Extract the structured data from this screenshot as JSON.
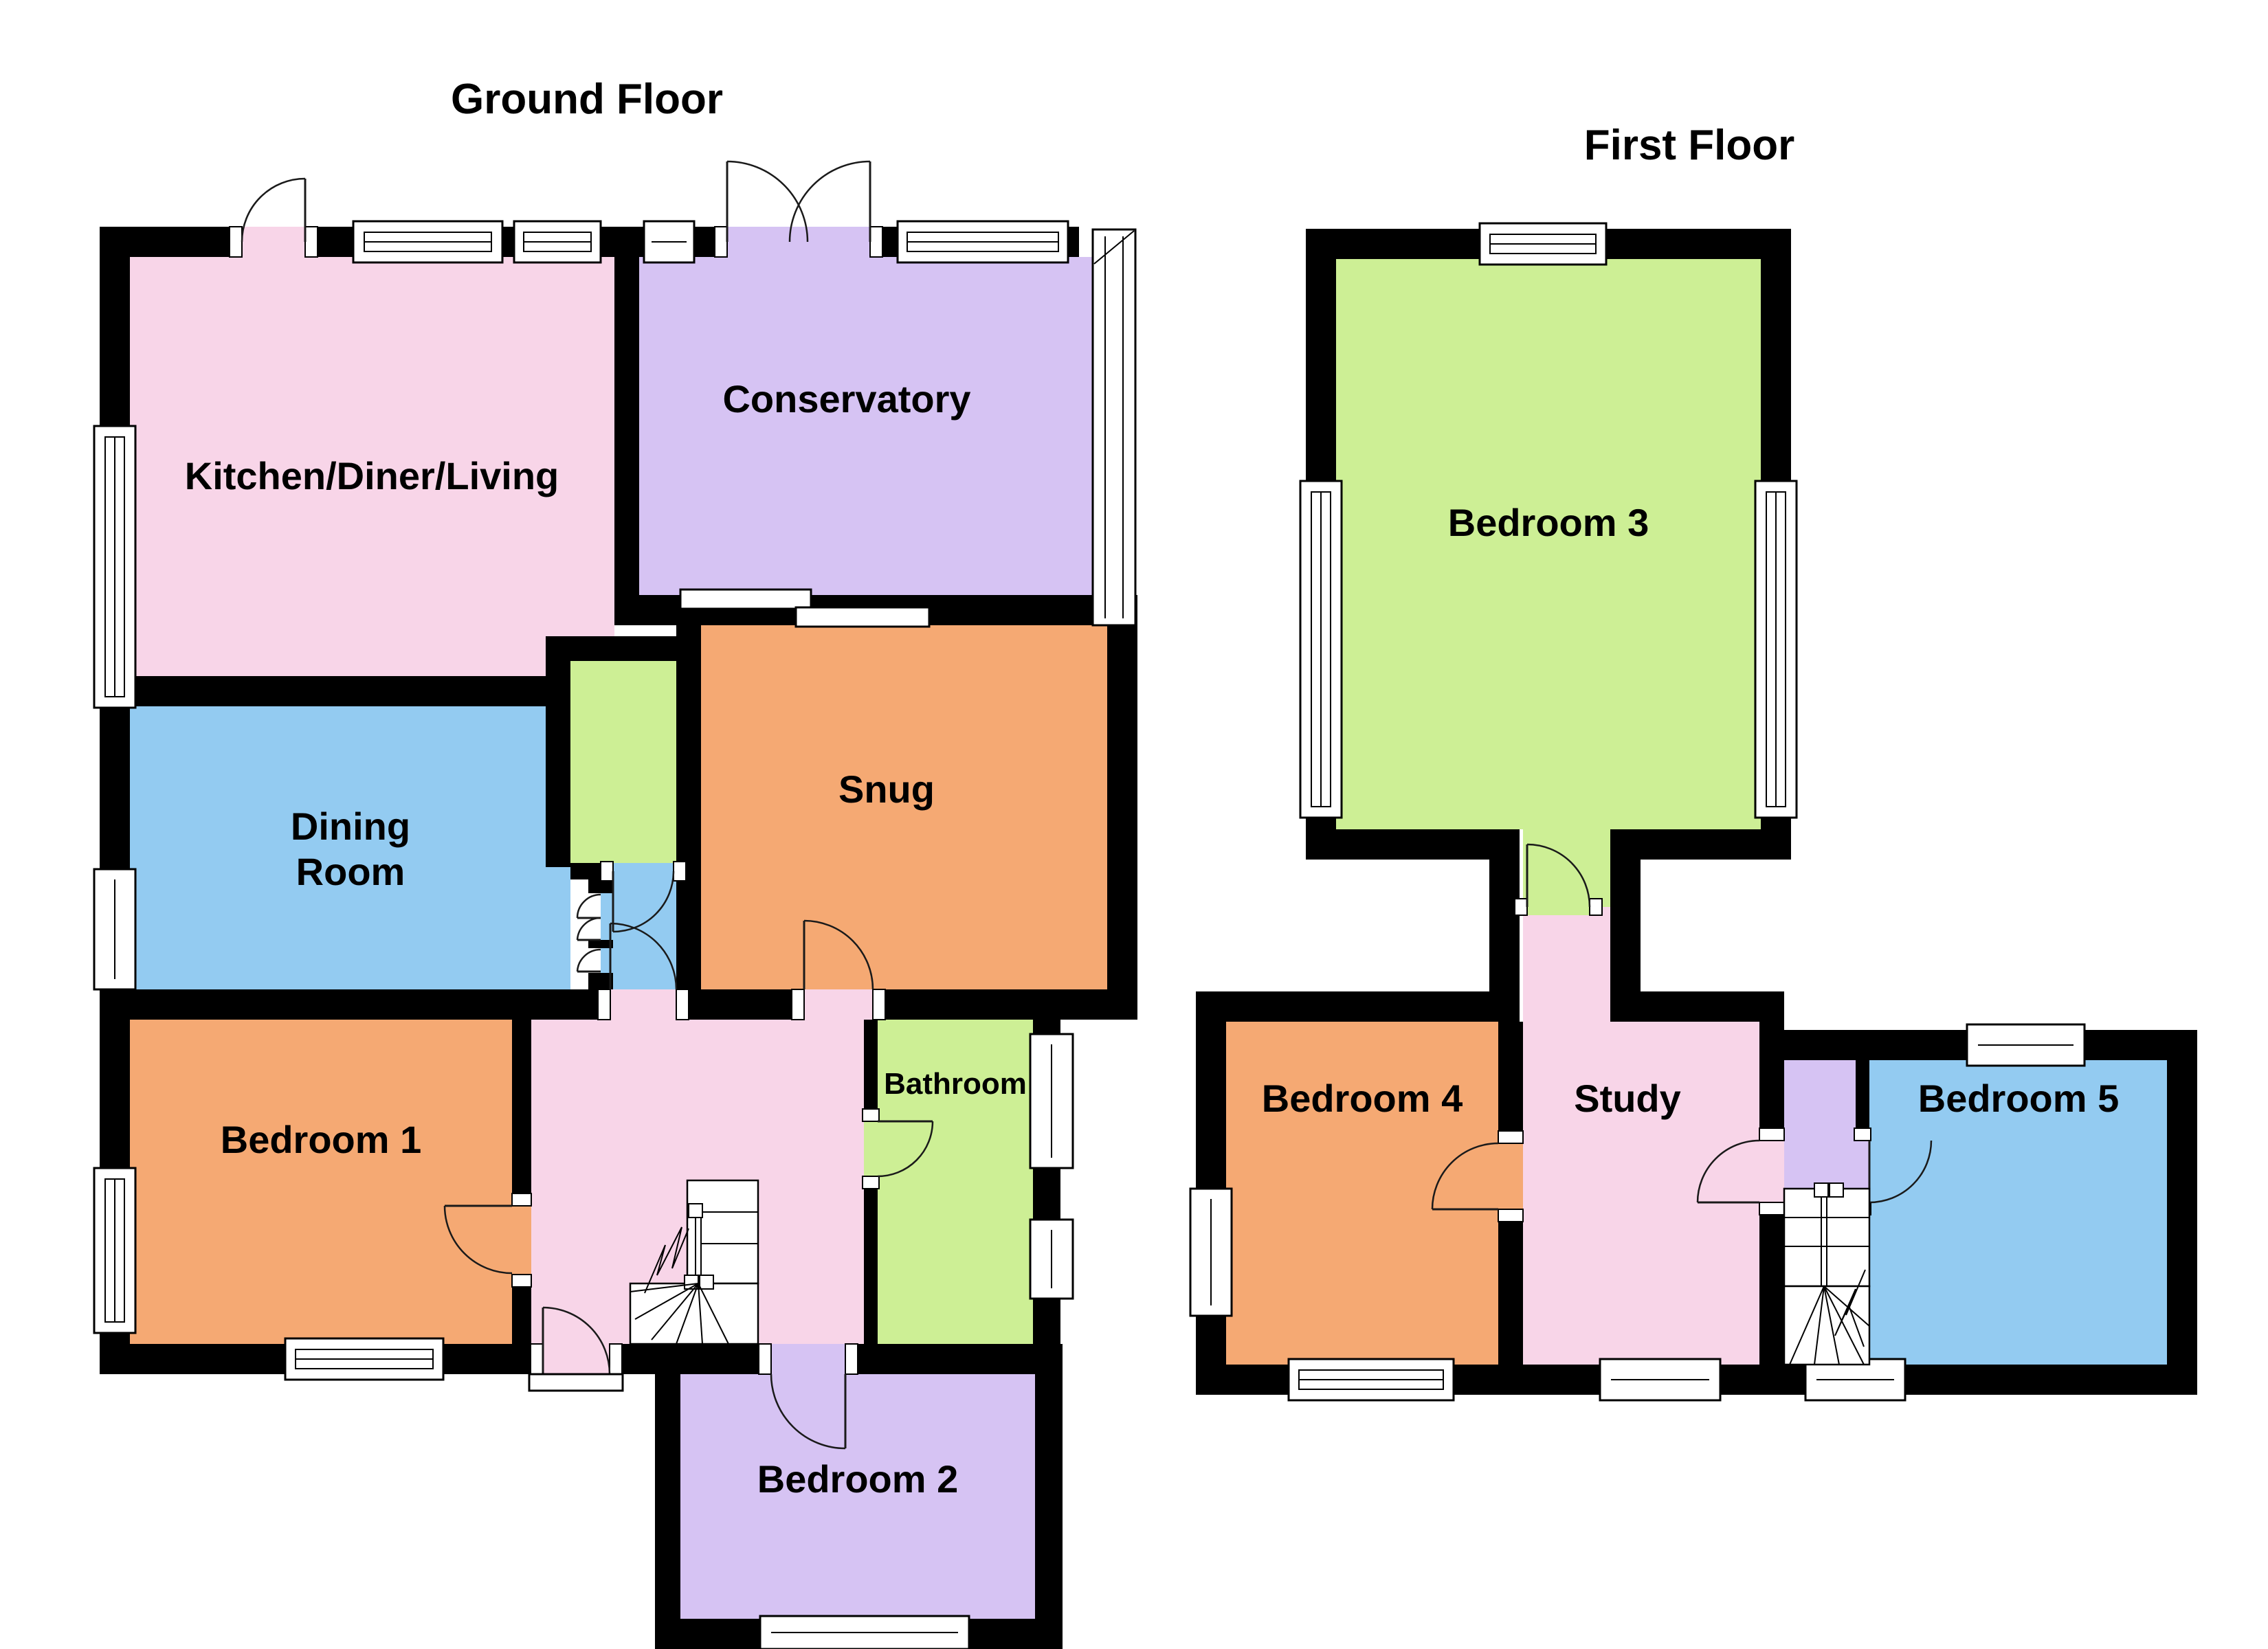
{
  "document": {
    "type": "floor-plan",
    "background_color": "#FFFFFF",
    "wall_color": "#000000",
    "line_color": "#1A1A1A"
  },
  "palette": {
    "pink": "#F8D5E8",
    "purple": "#D6C3F3",
    "blue": "#93CBF1",
    "orange": "#F5A973",
    "green": "#CDEF95",
    "white": "#FFFFFF"
  },
  "ground_floor": {
    "title": "Ground Floor",
    "rooms": {
      "kitchen": {
        "label": "Kitchen/Diner/Living",
        "color": "#F8D5E8"
      },
      "conservatory": {
        "label": "Conservatory",
        "color": "#D6C3F3"
      },
      "dining_room": {
        "label": "Dining Room",
        "label_lines": [
          "Dining",
          "Room"
        ],
        "color": "#93CBF1"
      },
      "snug": {
        "label": "Snug",
        "color": "#F5A973"
      },
      "bedroom_1": {
        "label": "Bedroom 1",
        "color": "#F5A973"
      },
      "bathroom": {
        "label": "Bathroom",
        "color": "#CDEF95"
      },
      "bedroom_2": {
        "label": "Bedroom 2",
        "color": "#D6C3F3"
      },
      "hallway": {
        "label": "",
        "color": "#F8D5E8"
      },
      "closet": {
        "label": "",
        "color": "#CDEF95"
      },
      "vestibule": {
        "label": "",
        "color": "#93CBF1"
      }
    }
  },
  "first_floor": {
    "title": "First Floor",
    "rooms": {
      "bedroom_3": {
        "label": "Bedroom 3",
        "color": "#CDEF95"
      },
      "bedroom_4": {
        "label": "Bedroom 4",
        "color": "#F5A973"
      },
      "study": {
        "label": "Study",
        "color": "#F8D5E8"
      },
      "bedroom_5": {
        "label": "Bedroom 5",
        "color": "#93CBF1"
      },
      "landing": {
        "label": "",
        "color": "#D6C3F3"
      },
      "corridor": {
        "label": "",
        "color": "#CDEF95"
      }
    }
  }
}
